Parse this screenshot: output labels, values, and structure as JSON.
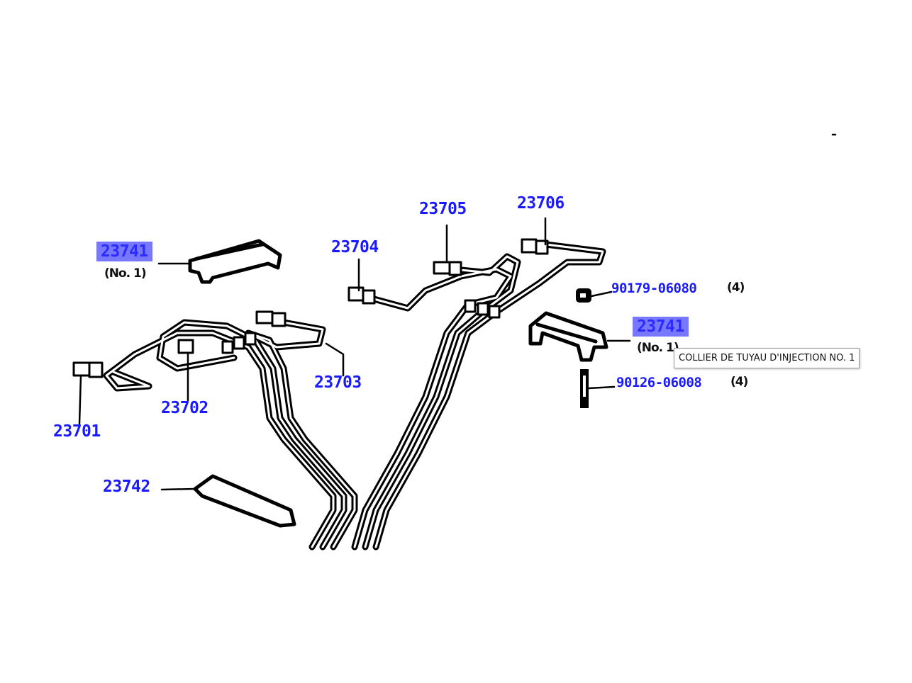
{
  "parts": {
    "p23741a": "23741",
    "p23741a_note": "(No. 1)",
    "p23705": "23705",
    "p23706": "23706",
    "p23704": "23704",
    "p23703": "23703",
    "p23702": "23702",
    "p23701": "23701",
    "p23742": "23742",
    "p90179": "90179-06080",
    "p90179_qty": "(4)",
    "p23741b": "23741",
    "p23741b_note": "(No. 1)",
    "p90126": "90126-06008",
    "p90126_qty": "(4)"
  },
  "tooltip": "COLLIER DE TUYAU D'INJECTION NO. 1",
  "colors": {
    "label": "#1a1aff",
    "highlight": "#7878ff"
  }
}
